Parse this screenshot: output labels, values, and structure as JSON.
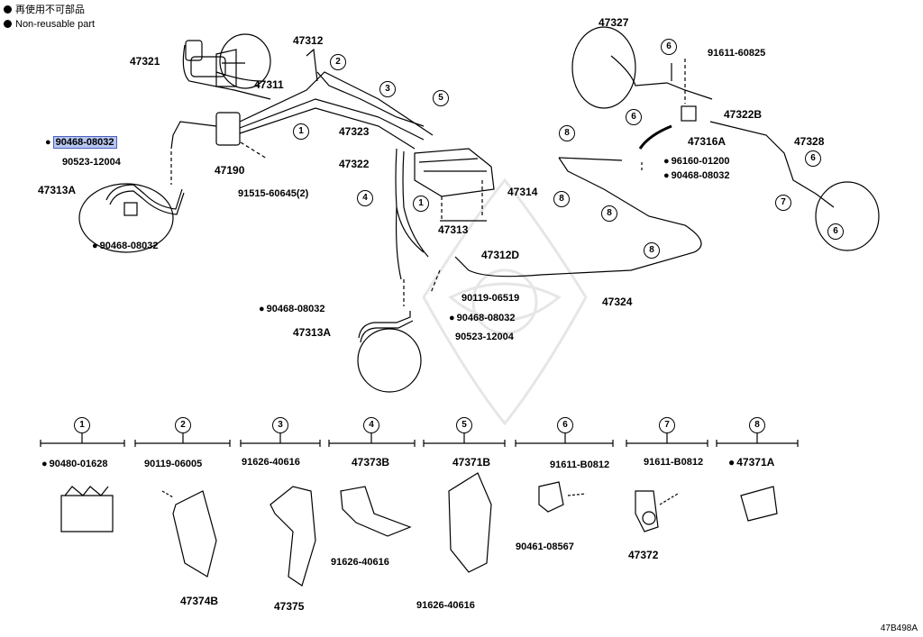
{
  "legend": {
    "line1": "再使用不可部品",
    "line2": "Non-reusable part"
  },
  "diagram_code": "47B498A",
  "labels": {
    "p47321": "47321",
    "p47311": "47311",
    "p47312": "47312",
    "p90468a": "90468-08032",
    "p90523a": "90523-12004",
    "p47190": "47190",
    "p47313A_left": "47313A",
    "p91515": "91515-60645(2)",
    "p90468b": "90468-08032",
    "p47323": "47323",
    "p47322": "47322",
    "p47314": "47314",
    "p47313": "47313",
    "p47312D": "47312D",
    "p90119a": "90119-06519",
    "p90468c": "90468-08032",
    "p90468d": "90468-08032",
    "p47313A_mid": "47313A",
    "p90523b": "90523-12004",
    "p47324": "47324",
    "p47327": "47327",
    "p91611a": "91611-60825",
    "p47322B": "47322B",
    "p47316A": "47316A",
    "p47328": "47328",
    "p96160": "96160-01200",
    "p90468e": "90468-08032"
  },
  "circles": {
    "c1": "1",
    "c2": "2",
    "c3": "3",
    "c4": "4",
    "c5": "5",
    "c6": "6",
    "c7": "7",
    "c8": "8"
  },
  "bottom": {
    "h1": "1",
    "h2": "2",
    "h3": "3",
    "h4": "4",
    "h5": "5",
    "h6": "6",
    "h7": "7",
    "h8": "8",
    "b90480": "90480-01628",
    "b90119": "90119-06005",
    "b47374B": "47374B",
    "b91626a": "91626-40616",
    "b47375": "47375",
    "b47373B": "47373B",
    "b91626b": "91626-40616",
    "b47371B": "47371B",
    "b91626c": "91626-40616",
    "b91611a": "91611-B0812",
    "b90461": "90461-08567",
    "b91611b": "91611-B0812",
    "b47372": "47372",
    "b47371A": "47371A"
  }
}
